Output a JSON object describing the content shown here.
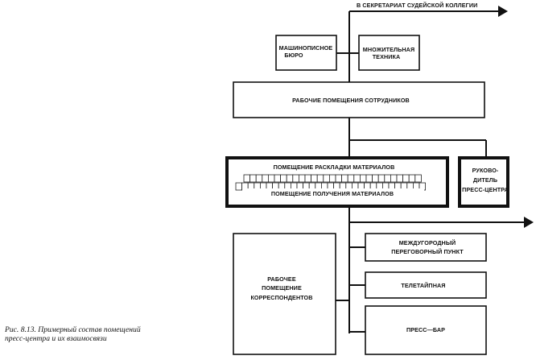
{
  "diagram": {
    "top_arrow_label": "В СЕКРЕТАРИАТ СУДЕЙСКОЙ КОЛЛЕГИИ",
    "typing_bureau": [
      "МАШИНОПИСНОЕ",
      "БЮРО"
    ],
    "copy_equipment": [
      "МНОЖИТЕЛЬНАЯ",
      "ТЕХНИКА"
    ],
    "staff_rooms": "РАБОЧИЕ ПОМЕЩЕНИЯ СОТРУДНИКОВ",
    "layout_room": "ПОМЕЩЕНИЕ РАСКЛАДКИ МАТЕРИАЛОВ",
    "receiving_room": "ПОМЕЩЕНИЕ ПОЛУЧЕНИЯ МАТЕРИАЛОВ",
    "press_head": [
      "РУКОВО-",
      "ДИТЕЛЬ",
      "ПРЕСС-ЦЕНТРА"
    ],
    "correspondents_room": [
      "РАБОЧЕЕ",
      "ПОМЕЩЕНИЕ",
      "КОРРЕСПОНДЕНТОВ"
    ],
    "long_distance": [
      "МЕЖДУГОРОДНЫЙ",
      "ПЕРЕГОВОРНЫЙ ПУНКТ"
    ],
    "teletype": "ТЕЛЕТАЙПНАЯ",
    "press_bar": "ПРЕСС—БАР"
  },
  "caption": {
    "line1": "Рис. 8.13. Примерный состав помещений",
    "line2": "пресс-центра и их взаимосвязи"
  }
}
